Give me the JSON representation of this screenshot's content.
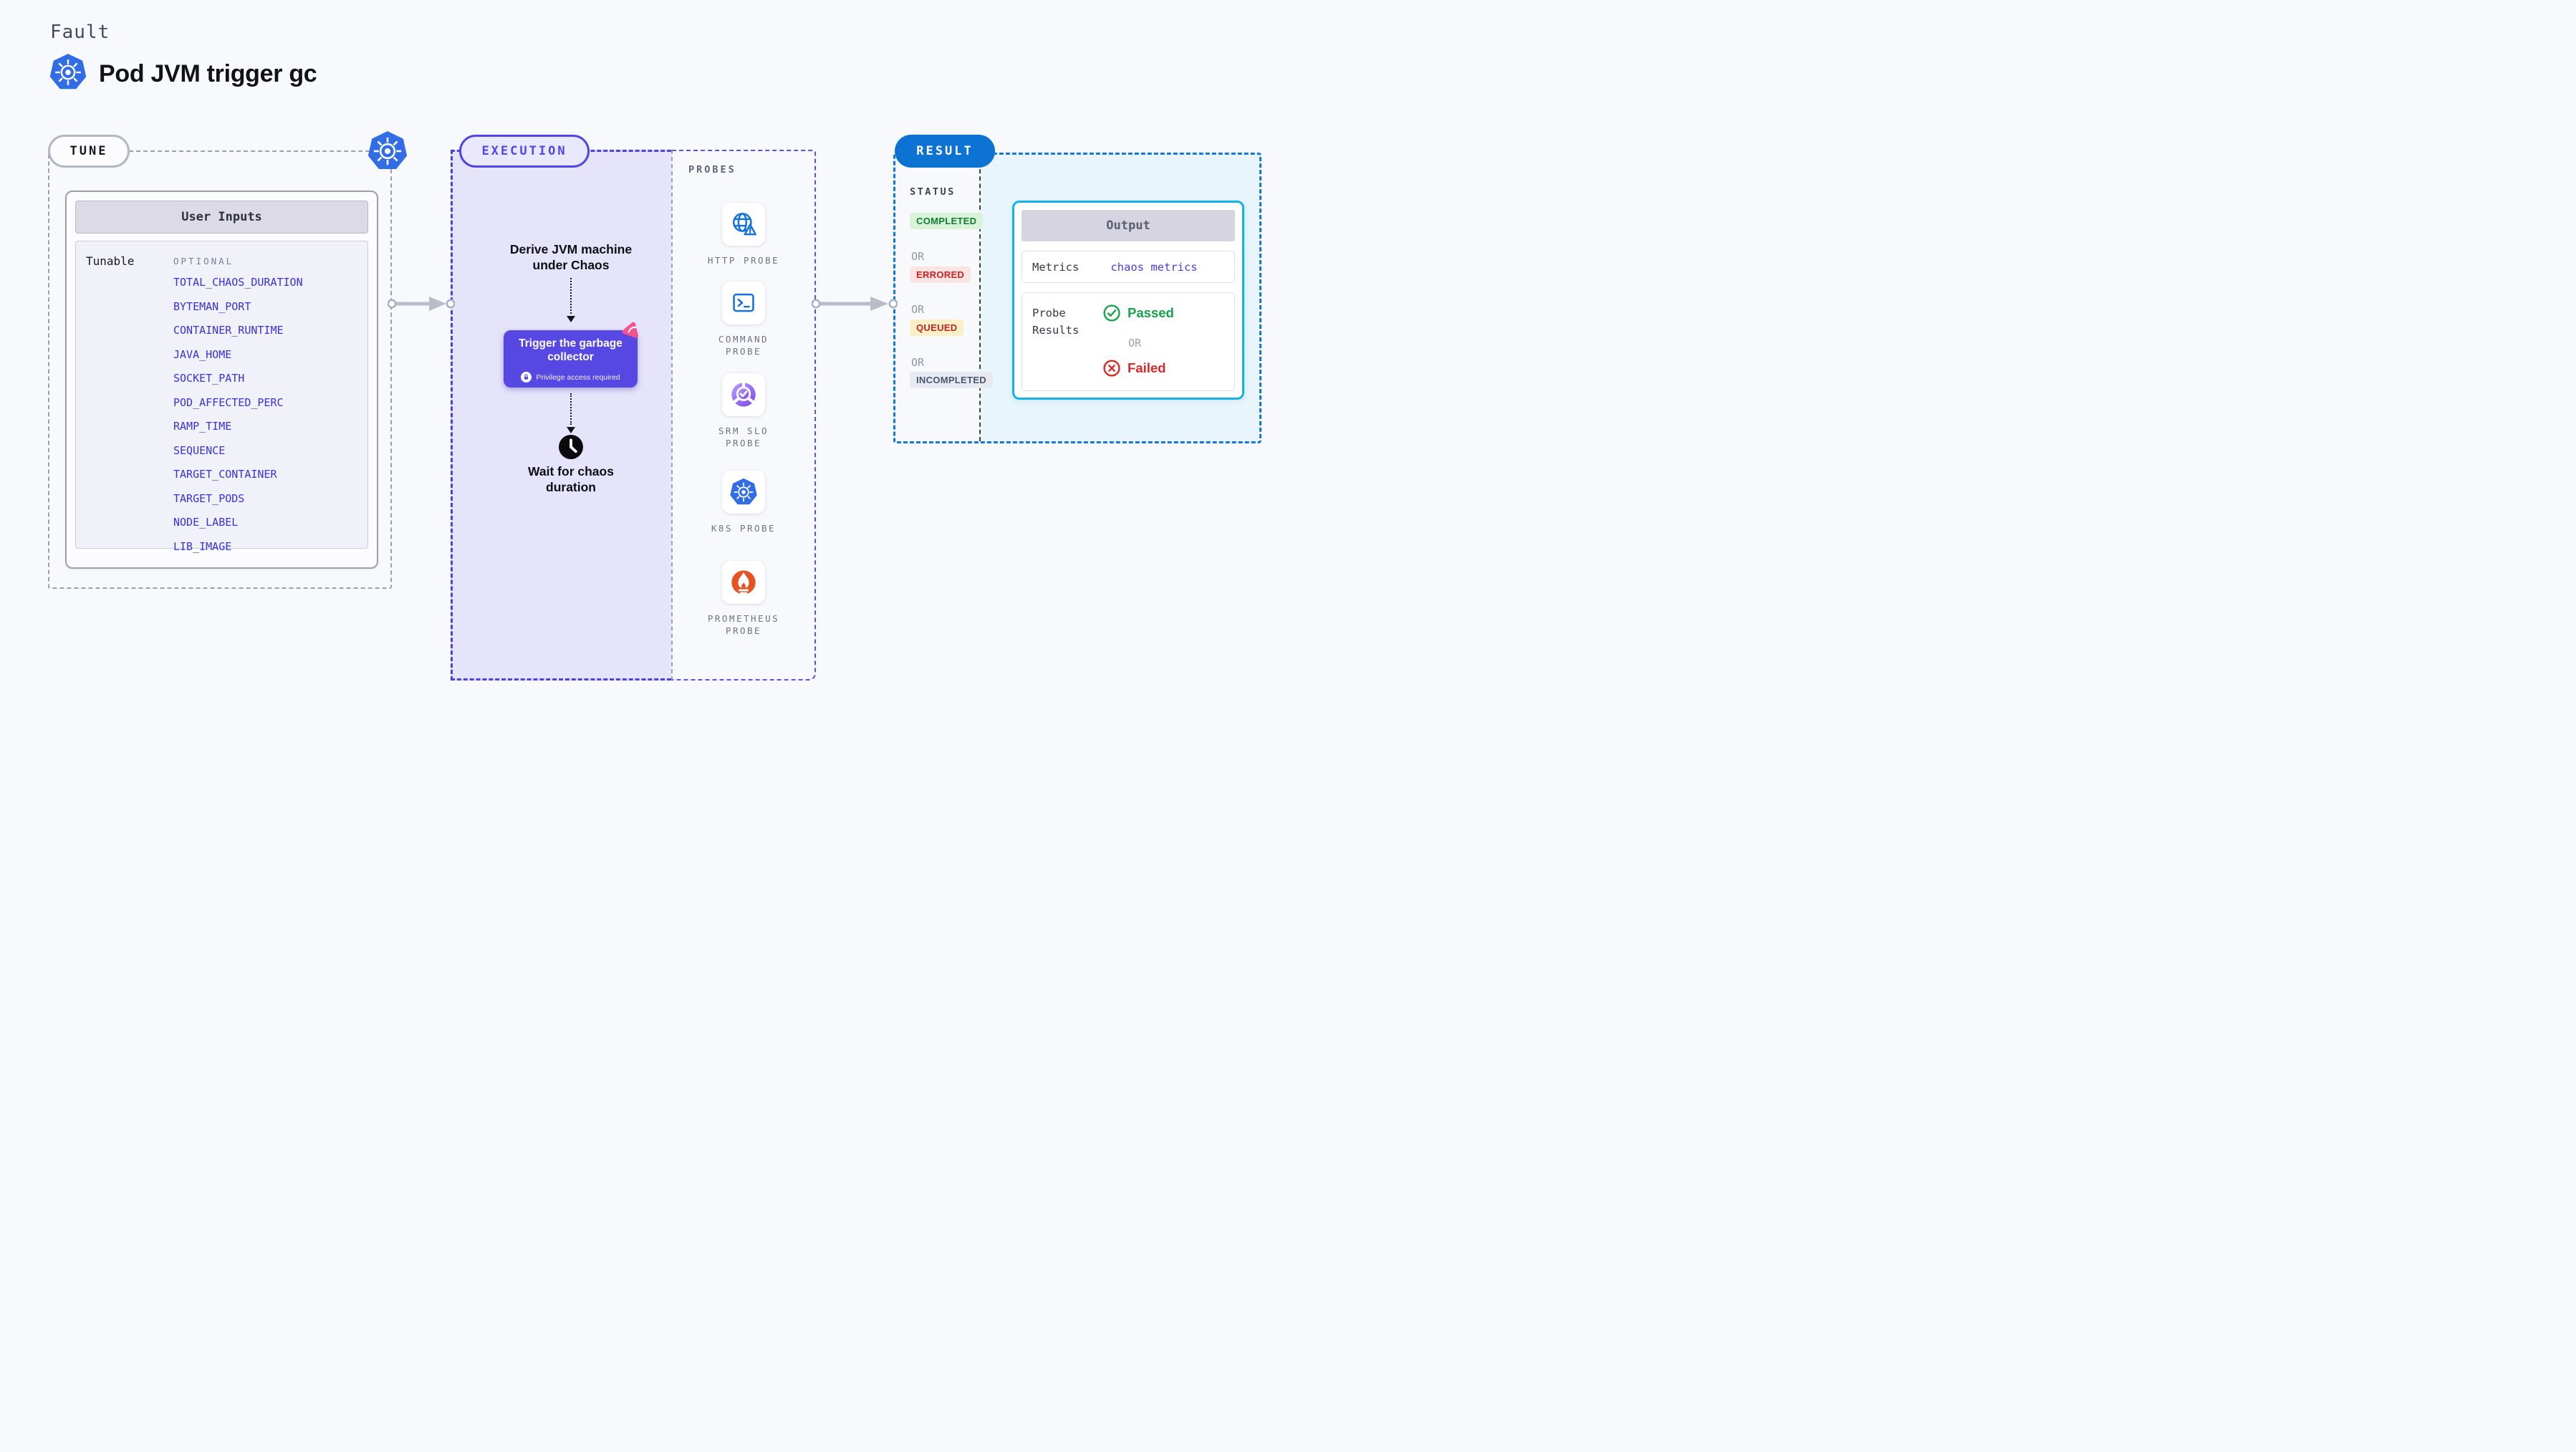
{
  "page": {
    "eyebrow": "Fault",
    "title": "Pod JVM trigger gc"
  },
  "tune": {
    "badge": "TUNE",
    "card_header": "User Inputs",
    "row_label": "Tunable",
    "col_label": "OPTIONAL",
    "variables": [
      "TOTAL_CHAOS_DURATION",
      "BYTEMAN_PORT",
      "CONTAINER_RUNTIME",
      "JAVA_HOME",
      "SOCKET_PATH",
      "POD_AFFECTED_PERC",
      "RAMP_TIME",
      "SEQUENCE",
      "TARGET_CONTAINER",
      "TARGET_PODS",
      "NODE_LABEL",
      "LIB_IMAGE"
    ]
  },
  "execution": {
    "badge": "EXECUTION",
    "step1_line1": "Derive JVM machine",
    "step1_line2": "under Chaos",
    "action_line1": "Trigger the garbage",
    "action_line2": "collector",
    "action_note": "Privilege access required",
    "step3_line1": "Wait for chaos",
    "step3_line2": "duration"
  },
  "probes": {
    "header": "PROBES",
    "items": [
      {
        "icon": "globe-alert-icon",
        "line1": "HTTP PROBE",
        "line2": ""
      },
      {
        "icon": "terminal-icon",
        "line1": "COMMAND",
        "line2": "PROBE"
      },
      {
        "icon": "slo-gauge-icon",
        "line1": "SRM SLO",
        "line2": "PROBE"
      },
      {
        "icon": "kubernetes-icon",
        "line1": "K8S PROBE",
        "line2": ""
      },
      {
        "icon": "prometheus-icon",
        "line1": "PROMETHEUS",
        "line2": "PROBE"
      }
    ]
  },
  "result": {
    "badge": "RESULT",
    "status_header": "STATUS",
    "or": "OR",
    "statuses": [
      "COMPLETED",
      "ERRORED",
      "QUEUED",
      "INCOMPLETED"
    ],
    "output": {
      "header": "Output",
      "metrics_label": "Metrics",
      "metrics_value": "chaos metrics",
      "probe_label_line1": "Probe",
      "probe_label_line2": "Results",
      "passed": "Passed",
      "or": "OR",
      "failed": "Failed"
    }
  },
  "colors": {
    "accent_indigo": "#4f46e5",
    "action_purple": "#5848e3",
    "result_blue": "#0d73d3",
    "output_border_cyan": "#15b1e9",
    "completed_green": "#127c32",
    "errored_red": "#cd1f1f",
    "queued_yellow_bg": "#faf0c8",
    "passed_green": "#17a24b",
    "failed_red": "#da2727",
    "kubernetes_blue": "#326de6",
    "prometheus_orange": "#e75225",
    "link_blue": "#3a31dd",
    "sparkle_pink": "#f4548e"
  }
}
